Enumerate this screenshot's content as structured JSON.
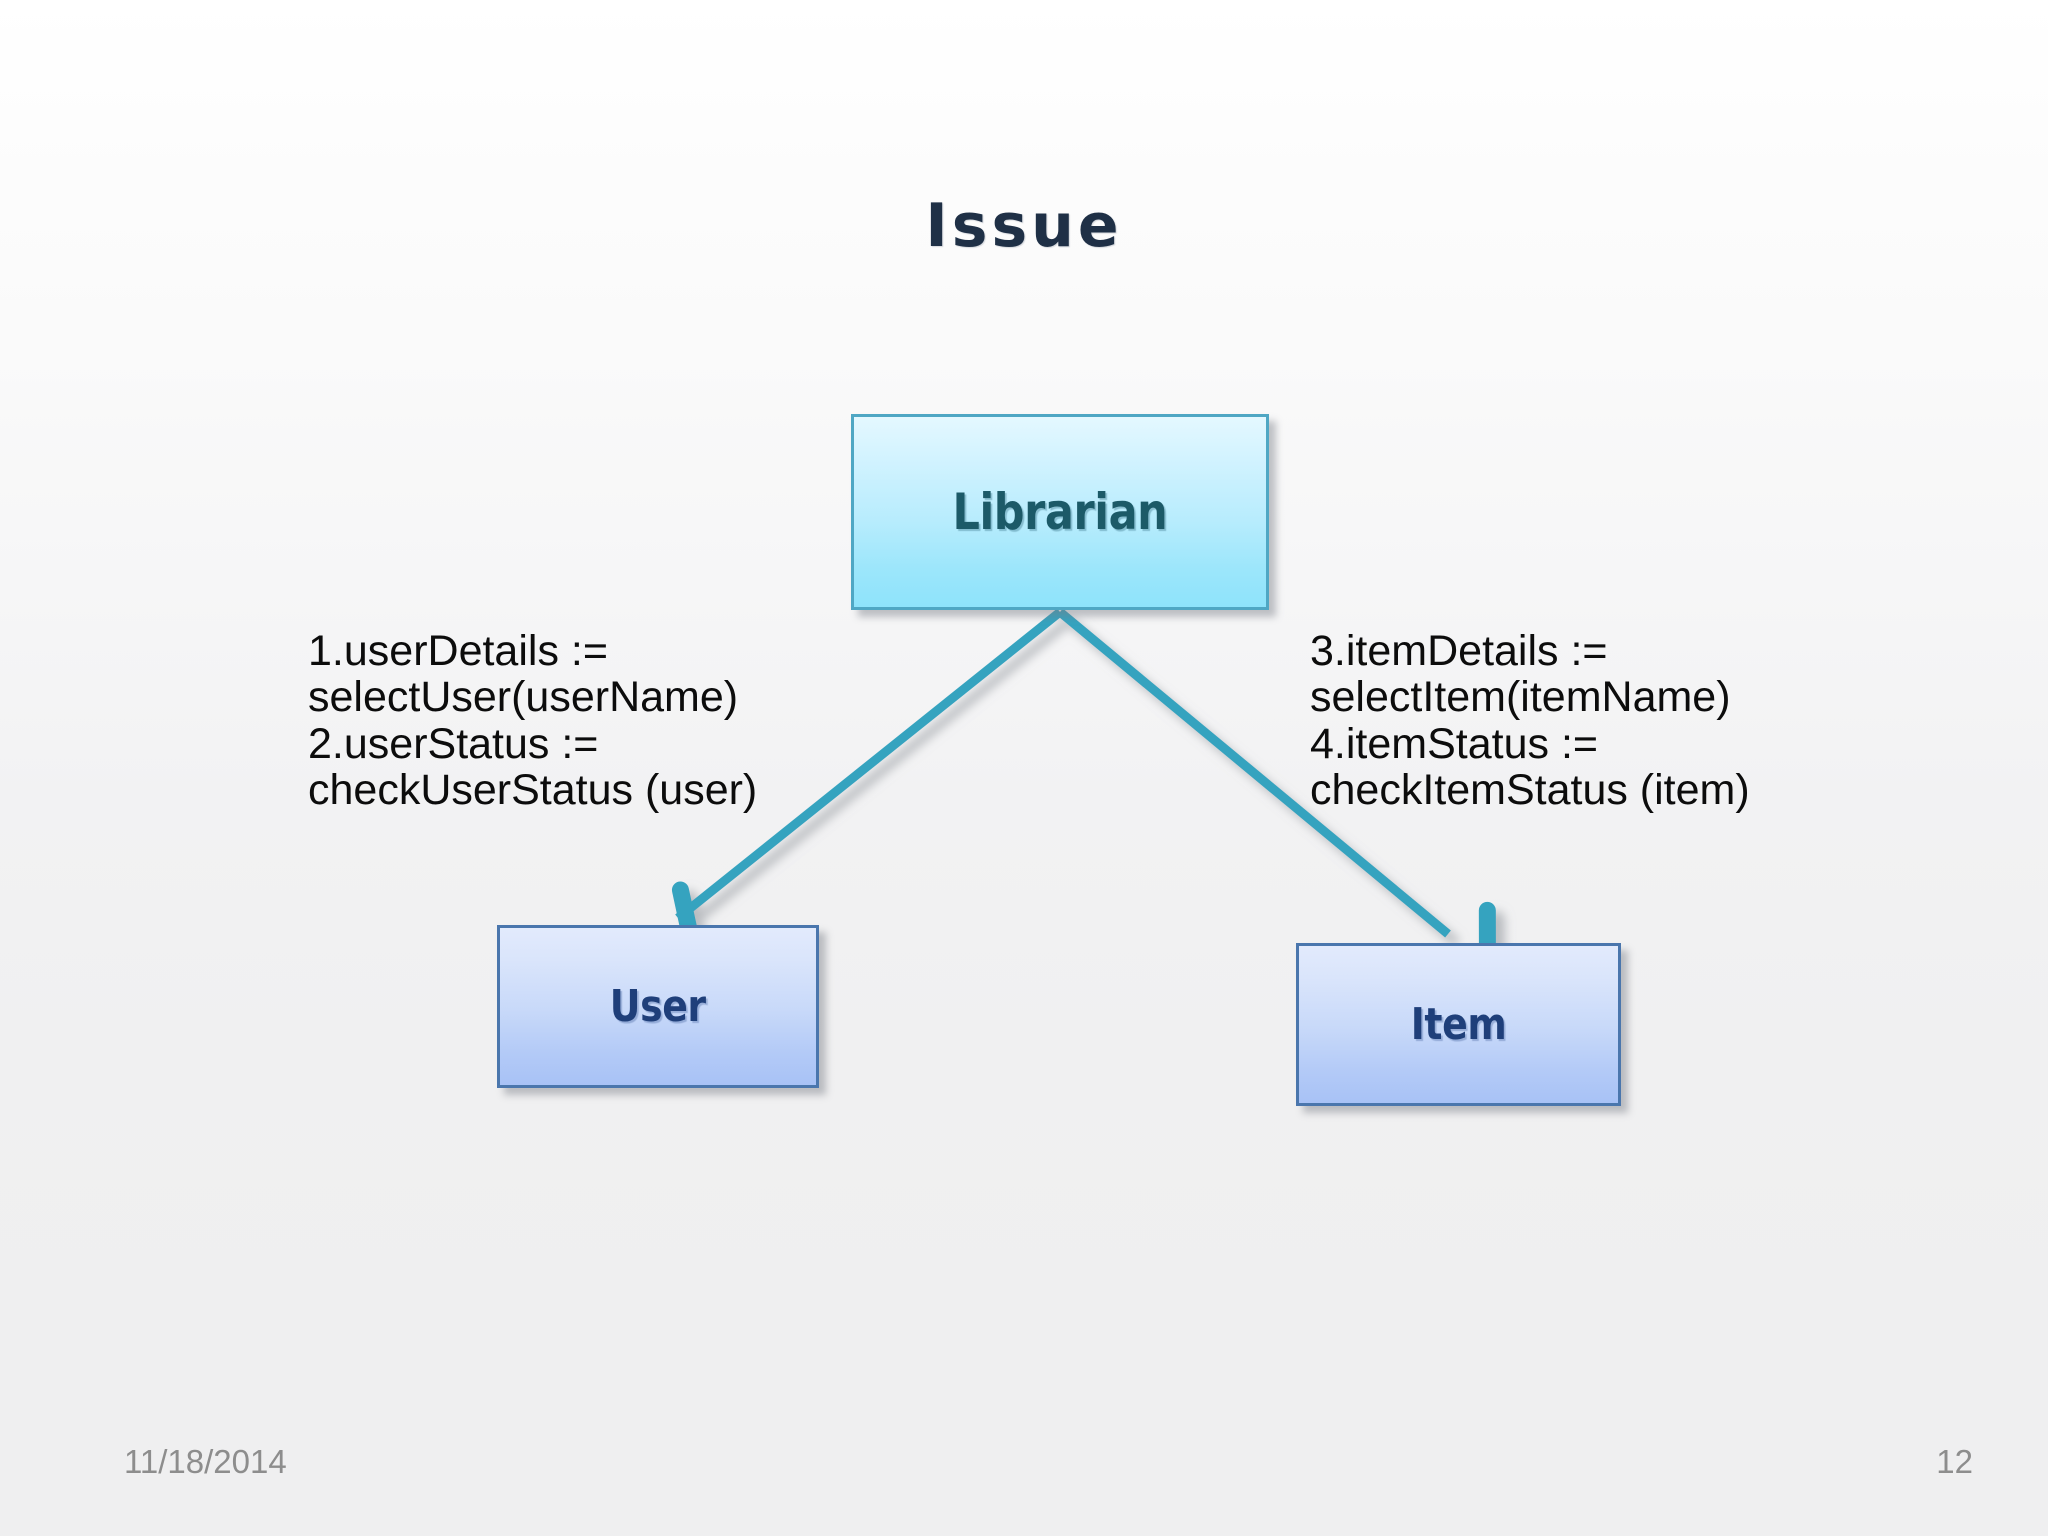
{
  "slide": {
    "title": "Issue",
    "background_top_color": "#ffffff",
    "background_bottom_color": "#efeff0",
    "title_color": "#1f3046"
  },
  "diagram": {
    "type": "node-and-arrow",
    "accent_arrow_color": "#35a3bf",
    "nodes": [
      {
        "id": "librarian",
        "label": "Librarian",
        "fill_top": "#e4f8ff",
        "fill_bottom": "#8ee3fb",
        "border_color": "#4fa7c4",
        "text_color": "#1c5a68"
      },
      {
        "id": "user",
        "label": "User",
        "fill_top": "#e2eafc",
        "fill_bottom": "#a8c2f6",
        "border_color": "#4a76ad",
        "text_color": "#1f3f7a"
      },
      {
        "id": "item",
        "label": "Item",
        "fill_top": "#e2eafc",
        "fill_bottom": "#a8c2f6",
        "border_color": "#4a76ad",
        "text_color": "#1f3f7a"
      }
    ],
    "edges": [
      {
        "from": "librarian",
        "to": "user",
        "arrowhead": "open-arrow"
      },
      {
        "from": "librarian",
        "to": "item",
        "arrowhead": "open-arrow"
      }
    ]
  },
  "annotations": {
    "left": "1.userDetails :=\nselectUser(userName)\n2.userStatus :=\ncheckUserStatus (user)",
    "right": "3.itemDetails :=\nselectItem(itemName)\n4.itemStatus :=\ncheckItemStatus (item)"
  },
  "messages": [
    {
      "index": "1",
      "text": "userDetails := selectUser(userName)",
      "target": "user"
    },
    {
      "index": "2",
      "text": "userStatus := checkUserStatus (user)",
      "target": "user"
    },
    {
      "index": "3",
      "text": "itemDetails := selectItem(itemName)",
      "target": "item"
    },
    {
      "index": "4",
      "text": "itemStatus := checkItemStatus (item)",
      "target": "item"
    }
  ],
  "footer": {
    "date": "11/18/2014",
    "page_number": "12",
    "text_color": "#8d8d8d"
  }
}
